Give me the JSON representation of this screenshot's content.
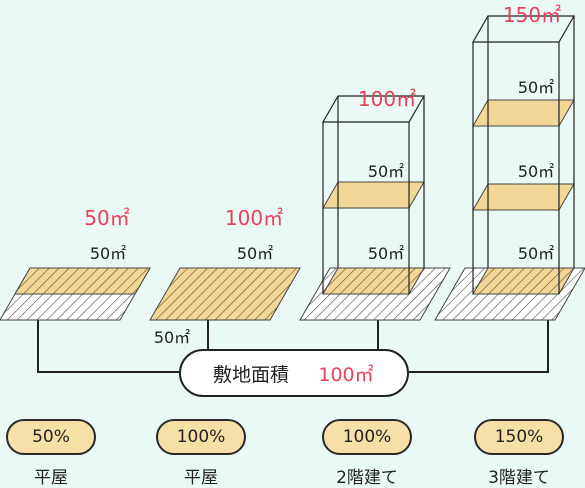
{
  "site_area_label": {
    "text": "敷地面積",
    "value": "100㎡"
  },
  "accent_color": "#e8425a",
  "floor_color": "#f3d797",
  "columns": [
    {
      "total_label": "50㎡",
      "floor_labels": [
        "50㎡"
      ],
      "site_floor_label": "",
      "ratio": "50%",
      "type": "平屋"
    },
    {
      "total_label": "100㎡",
      "floor_labels": [
        "50㎡"
      ],
      "site_floor_label": "50㎡",
      "ratio": "100%",
      "type": "平屋"
    },
    {
      "total_label": "100㎡",
      "floor_labels": [
        "50㎡",
        "50㎡"
      ],
      "site_floor_label": "",
      "ratio": "100%",
      "type": "2階建て"
    },
    {
      "total_label": "150㎡",
      "floor_labels": [
        "50㎡",
        "50㎡",
        "50㎡"
      ],
      "site_floor_label": "",
      "ratio": "150%",
      "type": "3階建て"
    }
  ]
}
